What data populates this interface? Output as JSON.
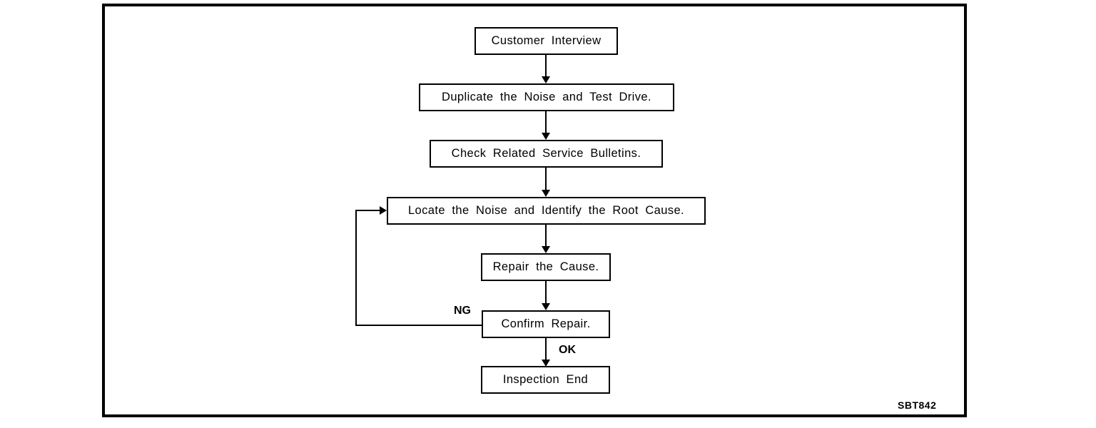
{
  "figure": {
    "caption_id": "SBT842",
    "frame": {
      "border_color": "#000000",
      "background": "#ffffff"
    }
  },
  "flowchart": {
    "type": "flowchart",
    "orientation": "top-to-bottom",
    "nodes": [
      {
        "id": "customer-interview",
        "label": "Customer Interview"
      },
      {
        "id": "duplicate-noise",
        "label": "Duplicate the Noise and Test Drive."
      },
      {
        "id": "check-bulletins",
        "label": "Check Related Service Bulletins."
      },
      {
        "id": "locate-noise",
        "label": "Locate the Noise and Identify the Root Cause."
      },
      {
        "id": "repair-cause",
        "label": "Repair the Cause."
      },
      {
        "id": "confirm-repair",
        "label": "Confirm Repair."
      },
      {
        "id": "inspection-end",
        "label": "Inspection End"
      }
    ],
    "edge_labels": {
      "ng": "NG",
      "ok": "OK"
    },
    "edges": [
      {
        "from": "customer-interview",
        "to": "duplicate-noise",
        "label": ""
      },
      {
        "from": "duplicate-noise",
        "to": "check-bulletins",
        "label": ""
      },
      {
        "from": "check-bulletins",
        "to": "locate-noise",
        "label": ""
      },
      {
        "from": "locate-noise",
        "to": "repair-cause",
        "label": ""
      },
      {
        "from": "repair-cause",
        "to": "confirm-repair",
        "label": ""
      },
      {
        "from": "confirm-repair",
        "to": "locate-noise",
        "label": "NG"
      },
      {
        "from": "confirm-repair",
        "to": "inspection-end",
        "label": "OK"
      }
    ]
  }
}
